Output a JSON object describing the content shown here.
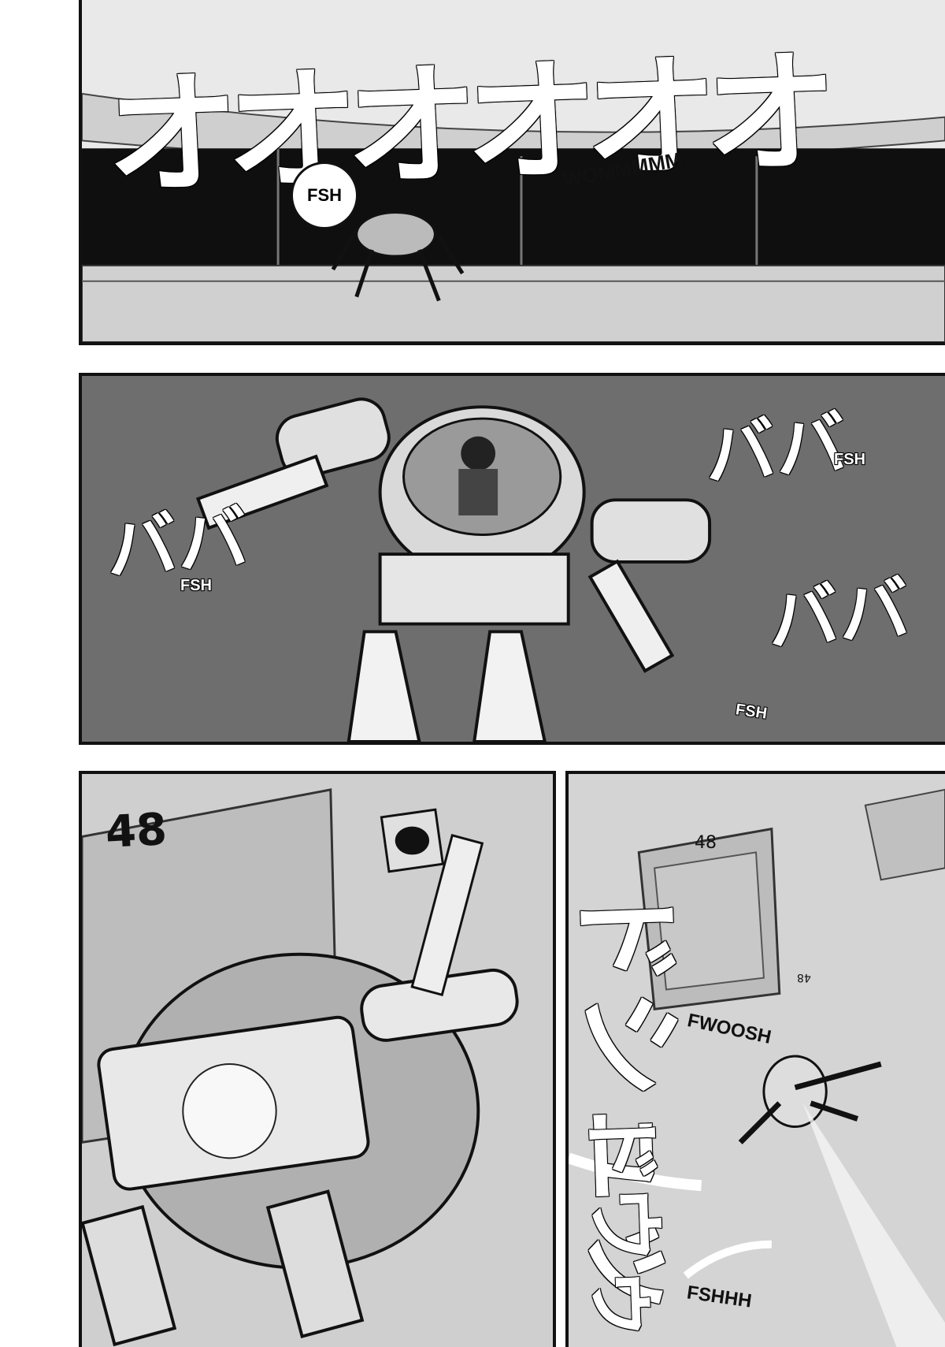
{
  "panels": {
    "top": {
      "sfx_big": "オオオオオオ",
      "sfx_wom": "WOMMMMM",
      "bubble_fsh": "FSH"
    },
    "middle": {
      "fsh_left": "FSH",
      "fsh_right_top": "FSH",
      "fsh_right_bottom": "FSH",
      "katakana_left": "ババ",
      "katakana_right_top": "ババ",
      "katakana_right_bottom": "ババ"
    },
    "bottom_left": {
      "bay_number": "48"
    },
    "bottom_right": {
      "bay_number": "48",
      "bay_number_small": "48",
      "sfx_fwoosh": "FWOOSH",
      "sfx_fshhh": "FSHHH",
      "katakana_shu": "ドシュッ",
      "katakana_dowa": "ドウゥ"
    }
  }
}
